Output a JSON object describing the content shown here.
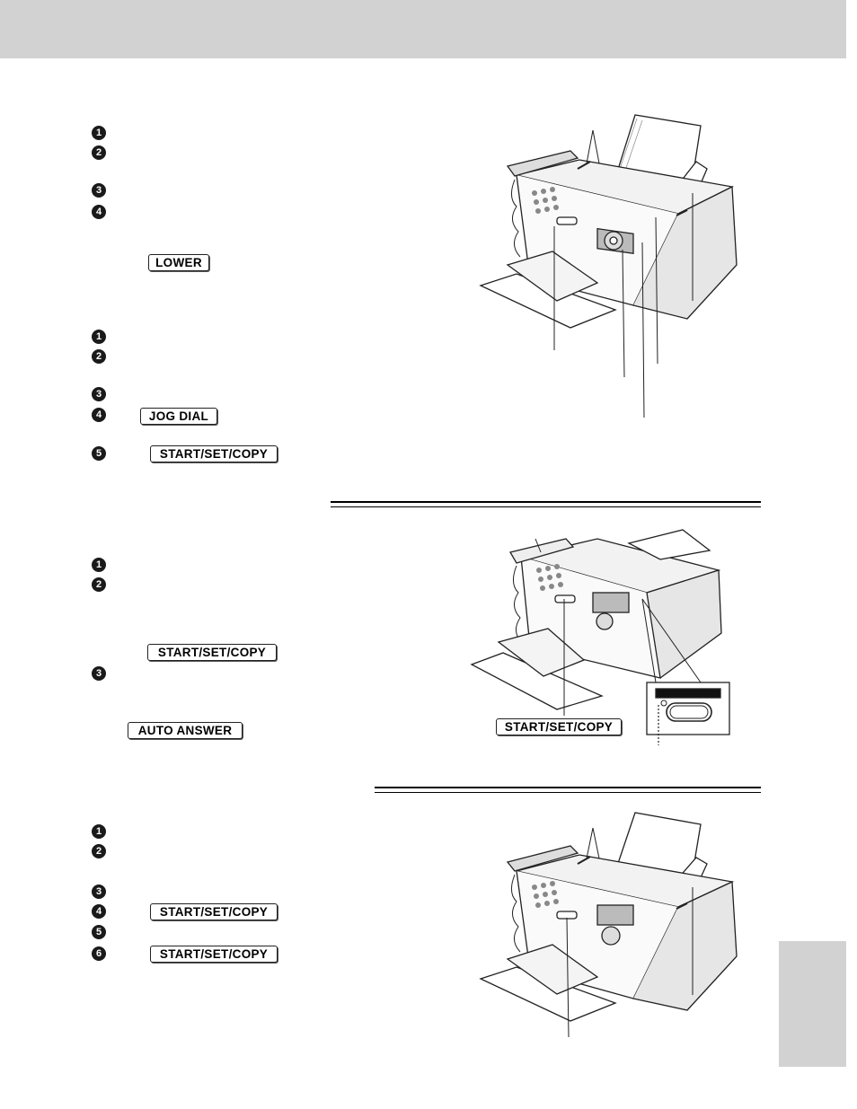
{
  "steps": {
    "section1_a": [
      "1",
      "2",
      "3",
      "4"
    ],
    "section1_b": [
      "1",
      "2",
      "3",
      "4",
      "5"
    ],
    "section2": [
      "1",
      "2",
      "3"
    ],
    "section3": [
      "1",
      "2",
      "3",
      "4",
      "5",
      "6"
    ]
  },
  "keys": {
    "lower": "LOWER",
    "jog_dial": "JOG DIAL",
    "start_set_copy": "START/SET/COPY",
    "auto_answer": "AUTO ANSWER"
  },
  "figure2": {
    "callout_label": "START/SET/COPY"
  }
}
